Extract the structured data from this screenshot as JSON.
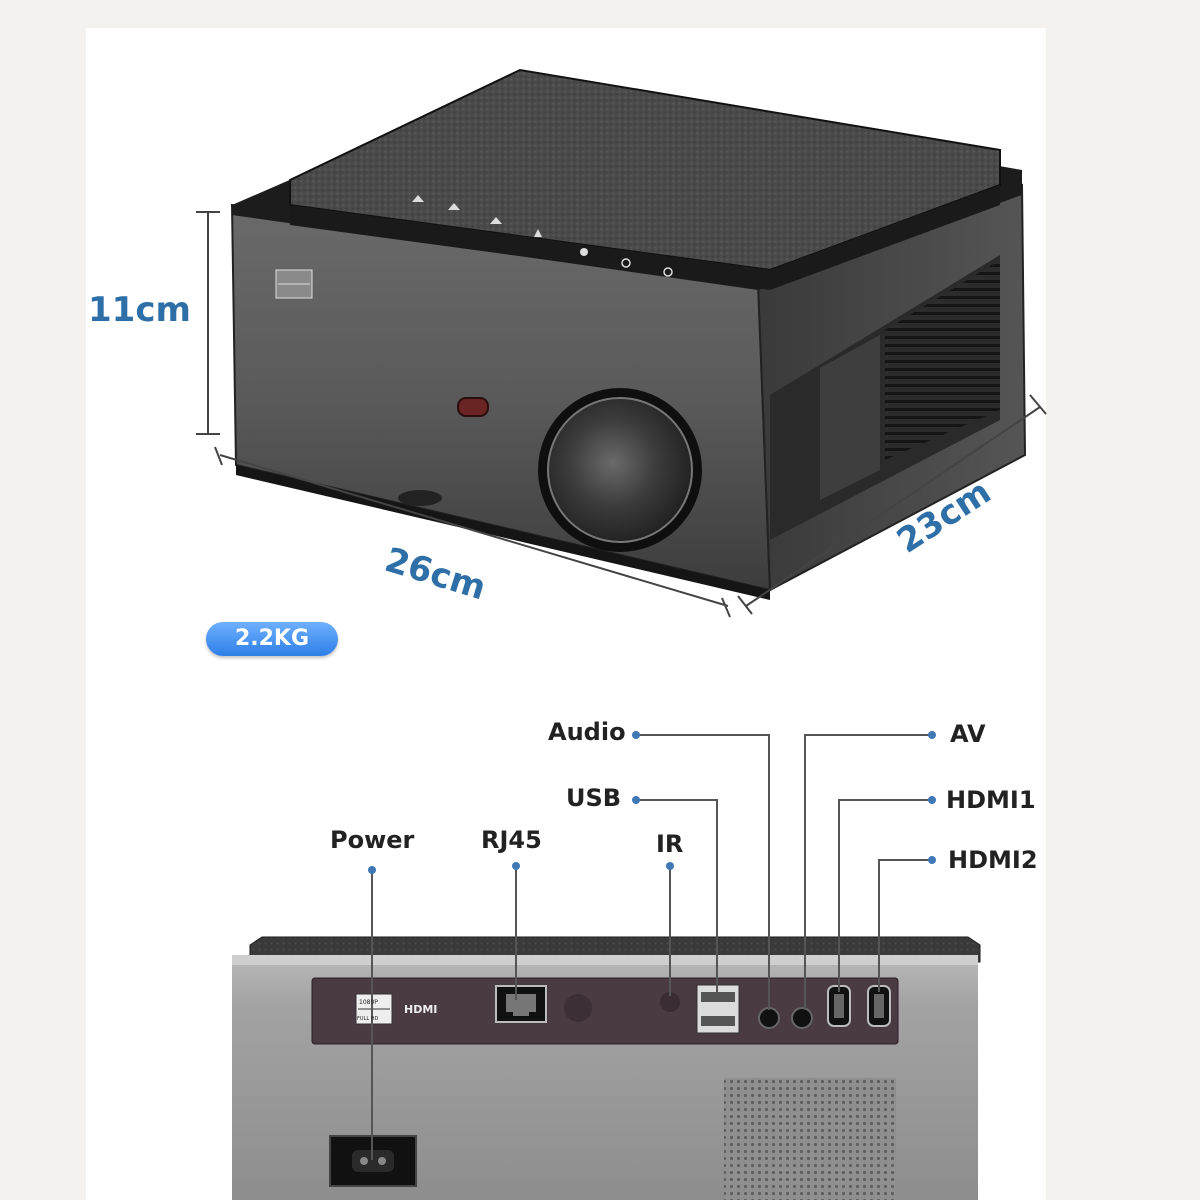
{
  "dimensions": {
    "height": "11cm",
    "width": "26cm",
    "depth": "23cm",
    "weight": "2.2KG"
  },
  "ports": {
    "power": "Power",
    "rj45": "RJ45",
    "ir": "IR",
    "usb": "USB",
    "audio": "Audio",
    "av": "AV",
    "hdmi1": "HDMI1",
    "hdmi2": "HDMI2"
  },
  "panel_print": {
    "badge_top": "1080P",
    "badge_bottom": "FULL HD",
    "hdmi_logo": "HDMI"
  },
  "colors": {
    "accent": "#2f6fa8",
    "badge": "#2d7fe6",
    "label": "#222222"
  }
}
